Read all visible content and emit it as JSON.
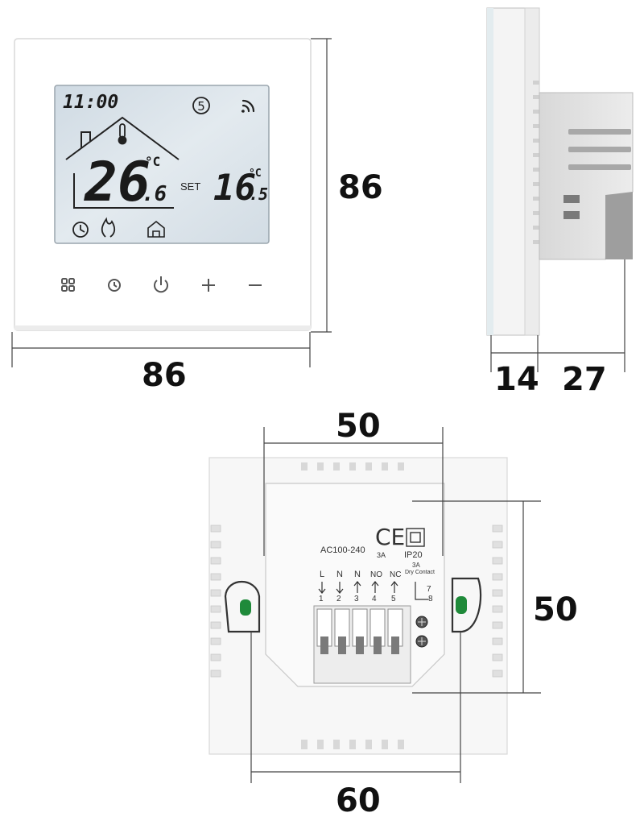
{
  "front_view": {
    "lcd": {
      "clock": "11:00",
      "day_indicator": "5",
      "room_temp_main": "26",
      "room_temp_decimal": ".6",
      "room_temp_unit": "°C",
      "set_label": "SET",
      "set_temp_main": "16",
      "set_temp_decimal": ".5",
      "set_temp_unit": "°C"
    },
    "buttons": [
      "menu-icon",
      "clock-icon",
      "power-icon",
      "plus-icon",
      "minus-icon"
    ],
    "width_label": "86",
    "height_label": "86"
  },
  "side_view": {
    "front_depth_label": "14",
    "body_depth_label": "27"
  },
  "back_view": {
    "top_label": "50",
    "right_label": "50",
    "bottom_label": "60",
    "voltage": "AC100-240",
    "current": "3A",
    "ip_rating": "IP20",
    "dry_contact_current": "3A",
    "dry_contact_text": "Dry Contact",
    "terminal_letters": [
      "L",
      "N",
      "N",
      "NO",
      "NC"
    ],
    "terminal_numbers": [
      "1",
      "2",
      "3",
      "4",
      "5"
    ],
    "dry_contact_numbers": [
      "7",
      "8"
    ]
  },
  "colors": {
    "lcd_background": "#d9e3ea",
    "panel_white": "#ffffff",
    "body_grey": "#e6e6e6",
    "dimension_line": "#444444"
  }
}
